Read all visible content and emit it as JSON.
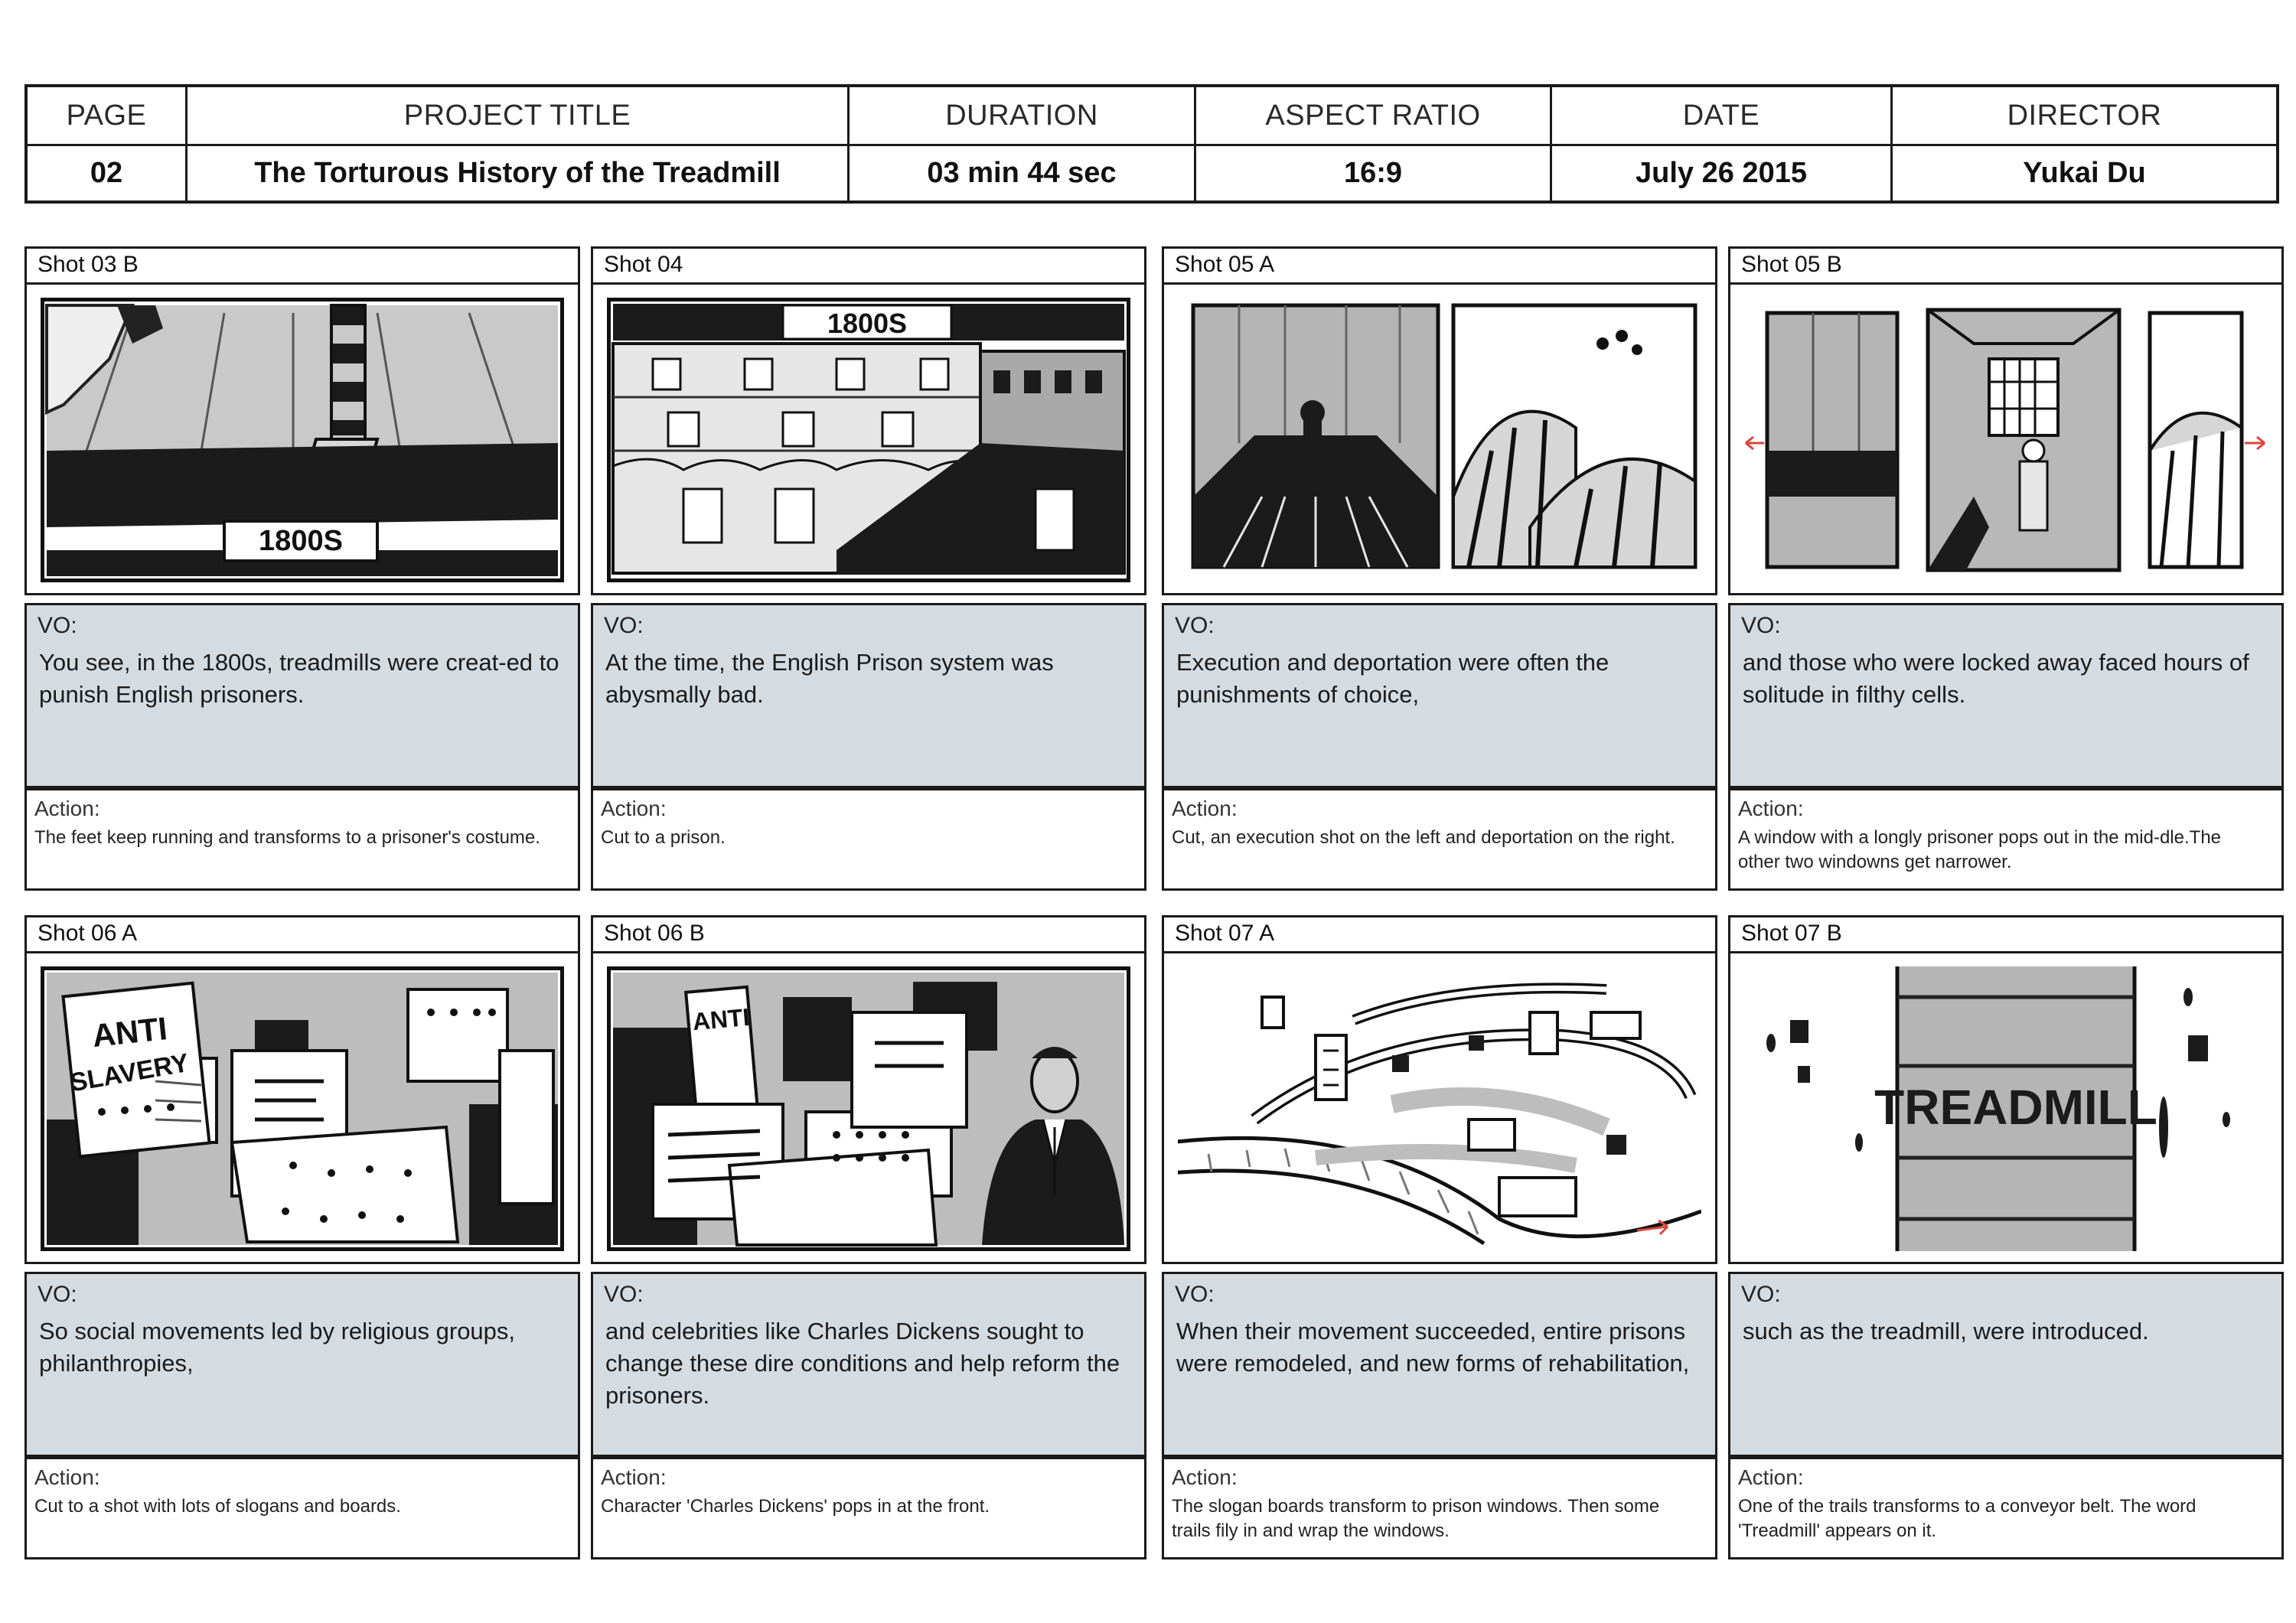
{
  "header": {
    "page_label": "PAGE",
    "page_value": "02",
    "project_label": "PROJECT TITLE",
    "project_value": "The Torturous History of the Treadmill",
    "duration_label": "DURATION",
    "duration_value": "03 min 44 sec",
    "aspect_label": "ASPECT RATIO",
    "aspect_value": "16:9",
    "date_label": "DATE",
    "date_value": "July 26 2015",
    "director_label": "DIRECTOR",
    "director_value": "Yukai Du"
  },
  "panels": [
    {
      "shot": "Shot 03 B",
      "vo_label": "VO:",
      "vo": "You see, in the 1800s, treadmills were creat-ed to punish English prisoners.",
      "action_label": "Action:",
      "action": "The feet keep running and transforms to a prisoner's costume.",
      "sign": "1800S"
    },
    {
      "shot": "Shot 04",
      "vo_label": "VO:",
      "vo": "At the time, the English Prison system was abysmally bad.",
      "action_label": "Action:",
      "action": "Cut to a prison.",
      "sign": "1800S"
    },
    {
      "shot": "Shot 05 A",
      "vo_label": "VO:",
      "vo": "Execution and deportation were often the punishments of choice,",
      "action_label": "Action:",
      "action": "Cut, an execution shot on the left and deportation on the right."
    },
    {
      "shot": "Shot 05 B",
      "vo_label": "VO:",
      "vo": "and those who were locked away faced hours of solitude in filthy cells.",
      "action_label": "Action:",
      "action": "A window with a longly prisoner pops out in the mid-dle.The other two windowns get narrower."
    },
    {
      "shot": "Shot 06 A",
      "vo_label": "VO:",
      "vo": "So social movements led by religious groups, philanthropies,",
      "action_label": "Action:",
      "action": "Cut to a shot with lots of slogans and boards.",
      "sign1": "ANTI",
      "sign2": "SLAVERY"
    },
    {
      "shot": "Shot 06 B",
      "vo_label": "VO:",
      "vo": "and celebrities like Charles Dickens sought to change these dire conditions and help reform the prisoners.",
      "action_label": "Action:",
      "action": "Character 'Charles Dickens' pops in at the front.",
      "sign": "ANTI"
    },
    {
      "shot": "Shot 07 A",
      "vo_label": "VO:",
      "vo": "When their movement succeeded, entire prisons were remodeled, and new forms of rehabilitation,",
      "action_label": "Action:",
      "action": "The slogan boards transform to prison windows. Then some trails fily in and wrap the windows."
    },
    {
      "shot": "Shot 07 B",
      "vo_label": "VO:",
      "vo": "such as the treadmill, were introduced.",
      "action_label": "Action:",
      "action": "One of the trails transforms to a conveyor belt. The word 'Treadmill' appears on it.",
      "sign": "TREADMILL"
    }
  ]
}
